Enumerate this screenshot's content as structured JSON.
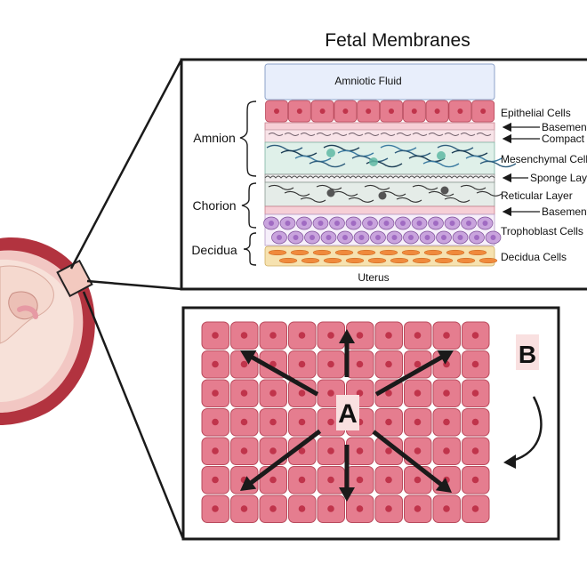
{
  "title": "Fetal Membranes",
  "top_panel": {
    "top_fluid": "Amniotic Fluid",
    "bottom_label": "Uterus",
    "groups": [
      {
        "label": "Amnion"
      },
      {
        "label": "Chorion"
      },
      {
        "label": "Decidua"
      }
    ],
    "layer_labels": [
      {
        "text": "Epithelial Cells",
        "arrow": false
      },
      {
        "text": "Basement Membrane",
        "arrow": true
      },
      {
        "text": "Compact Layer",
        "arrow": true
      },
      {
        "text": "Mesenchymal Cells",
        "arrow": false
      },
      {
        "text": "Sponge Layer",
        "arrow": true
      },
      {
        "text": "Reticular Layer",
        "arrow": false
      },
      {
        "text": "Basement Membrane",
        "arrow": true
      },
      {
        "text": "Trophoblast Cells",
        "arrow": false
      },
      {
        "text": "Decidua Cells",
        "arrow": false
      }
    ]
  },
  "bottom_panel": {
    "label_a": "A",
    "label_b": "B"
  },
  "colors": {
    "cell_fill": "#e57d8f",
    "cell_border": "#b94a5c",
    "nucleus": "#c0344b",
    "fluid": "#e8eefb",
    "decidua_band": "#f6e2b0",
    "trophoblast": "#a06bc2"
  }
}
